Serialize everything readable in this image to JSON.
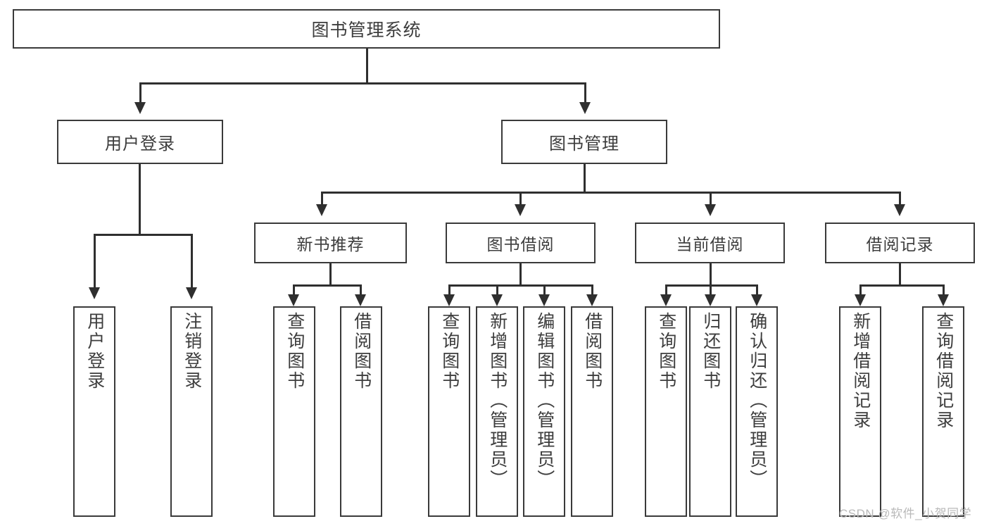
{
  "diagram": {
    "type": "tree",
    "title": "图书管理系统",
    "orientation": "top-down",
    "colors": {
      "box_border": "#3a3a3a",
      "box_fill": "#ffffff",
      "connector": "#2f2f2f",
      "text": "#3d3d3d",
      "watermark": "#b9b9b9"
    }
  },
  "root": {
    "label": "图书管理系统"
  },
  "tier2": [
    {
      "id": "user-login",
      "label": "用户登录"
    },
    {
      "id": "book-management",
      "label": "图书管理"
    }
  ],
  "tier3": [
    {
      "id": "new-book-recommend",
      "label": "新书推荐"
    },
    {
      "id": "book-borrow",
      "label": "图书借阅"
    },
    {
      "id": "current-borrow",
      "label": "当前借阅"
    },
    {
      "id": "borrow-record",
      "label": "借阅记录"
    }
  ],
  "leaves": {
    "user_login": [
      {
        "id": "leaf-user-login",
        "label": "用户登录"
      },
      {
        "id": "leaf-logout-login",
        "label": "注销登录"
      }
    ],
    "new_book_recommend": [
      {
        "id": "leaf-query-book-1",
        "label": "查询图书"
      },
      {
        "id": "leaf-borrow-book-1",
        "label": "借阅图书"
      }
    ],
    "book_borrow": [
      {
        "id": "leaf-query-book-2",
        "label": "查询图书"
      },
      {
        "id": "leaf-add-book-admin",
        "label": "新增图书（管理员）"
      },
      {
        "id": "leaf-edit-book-admin",
        "label": "编辑图书（管理员）"
      },
      {
        "id": "leaf-borrow-book-2",
        "label": "借阅图书"
      }
    ],
    "current_borrow": [
      {
        "id": "leaf-query-book-3",
        "label": "查询图书"
      },
      {
        "id": "leaf-return-book",
        "label": "归还图书"
      },
      {
        "id": "leaf-confirm-return-admin",
        "label": "确认归还（管理员）"
      }
    ],
    "borrow_record": [
      {
        "id": "leaf-add-borrow-record",
        "label": "新增借阅记录"
      },
      {
        "id": "leaf-query-borrow-record",
        "label": "查询借阅记录"
      }
    ]
  },
  "watermark": {
    "text": "CSDN @软件_小贺同学"
  }
}
